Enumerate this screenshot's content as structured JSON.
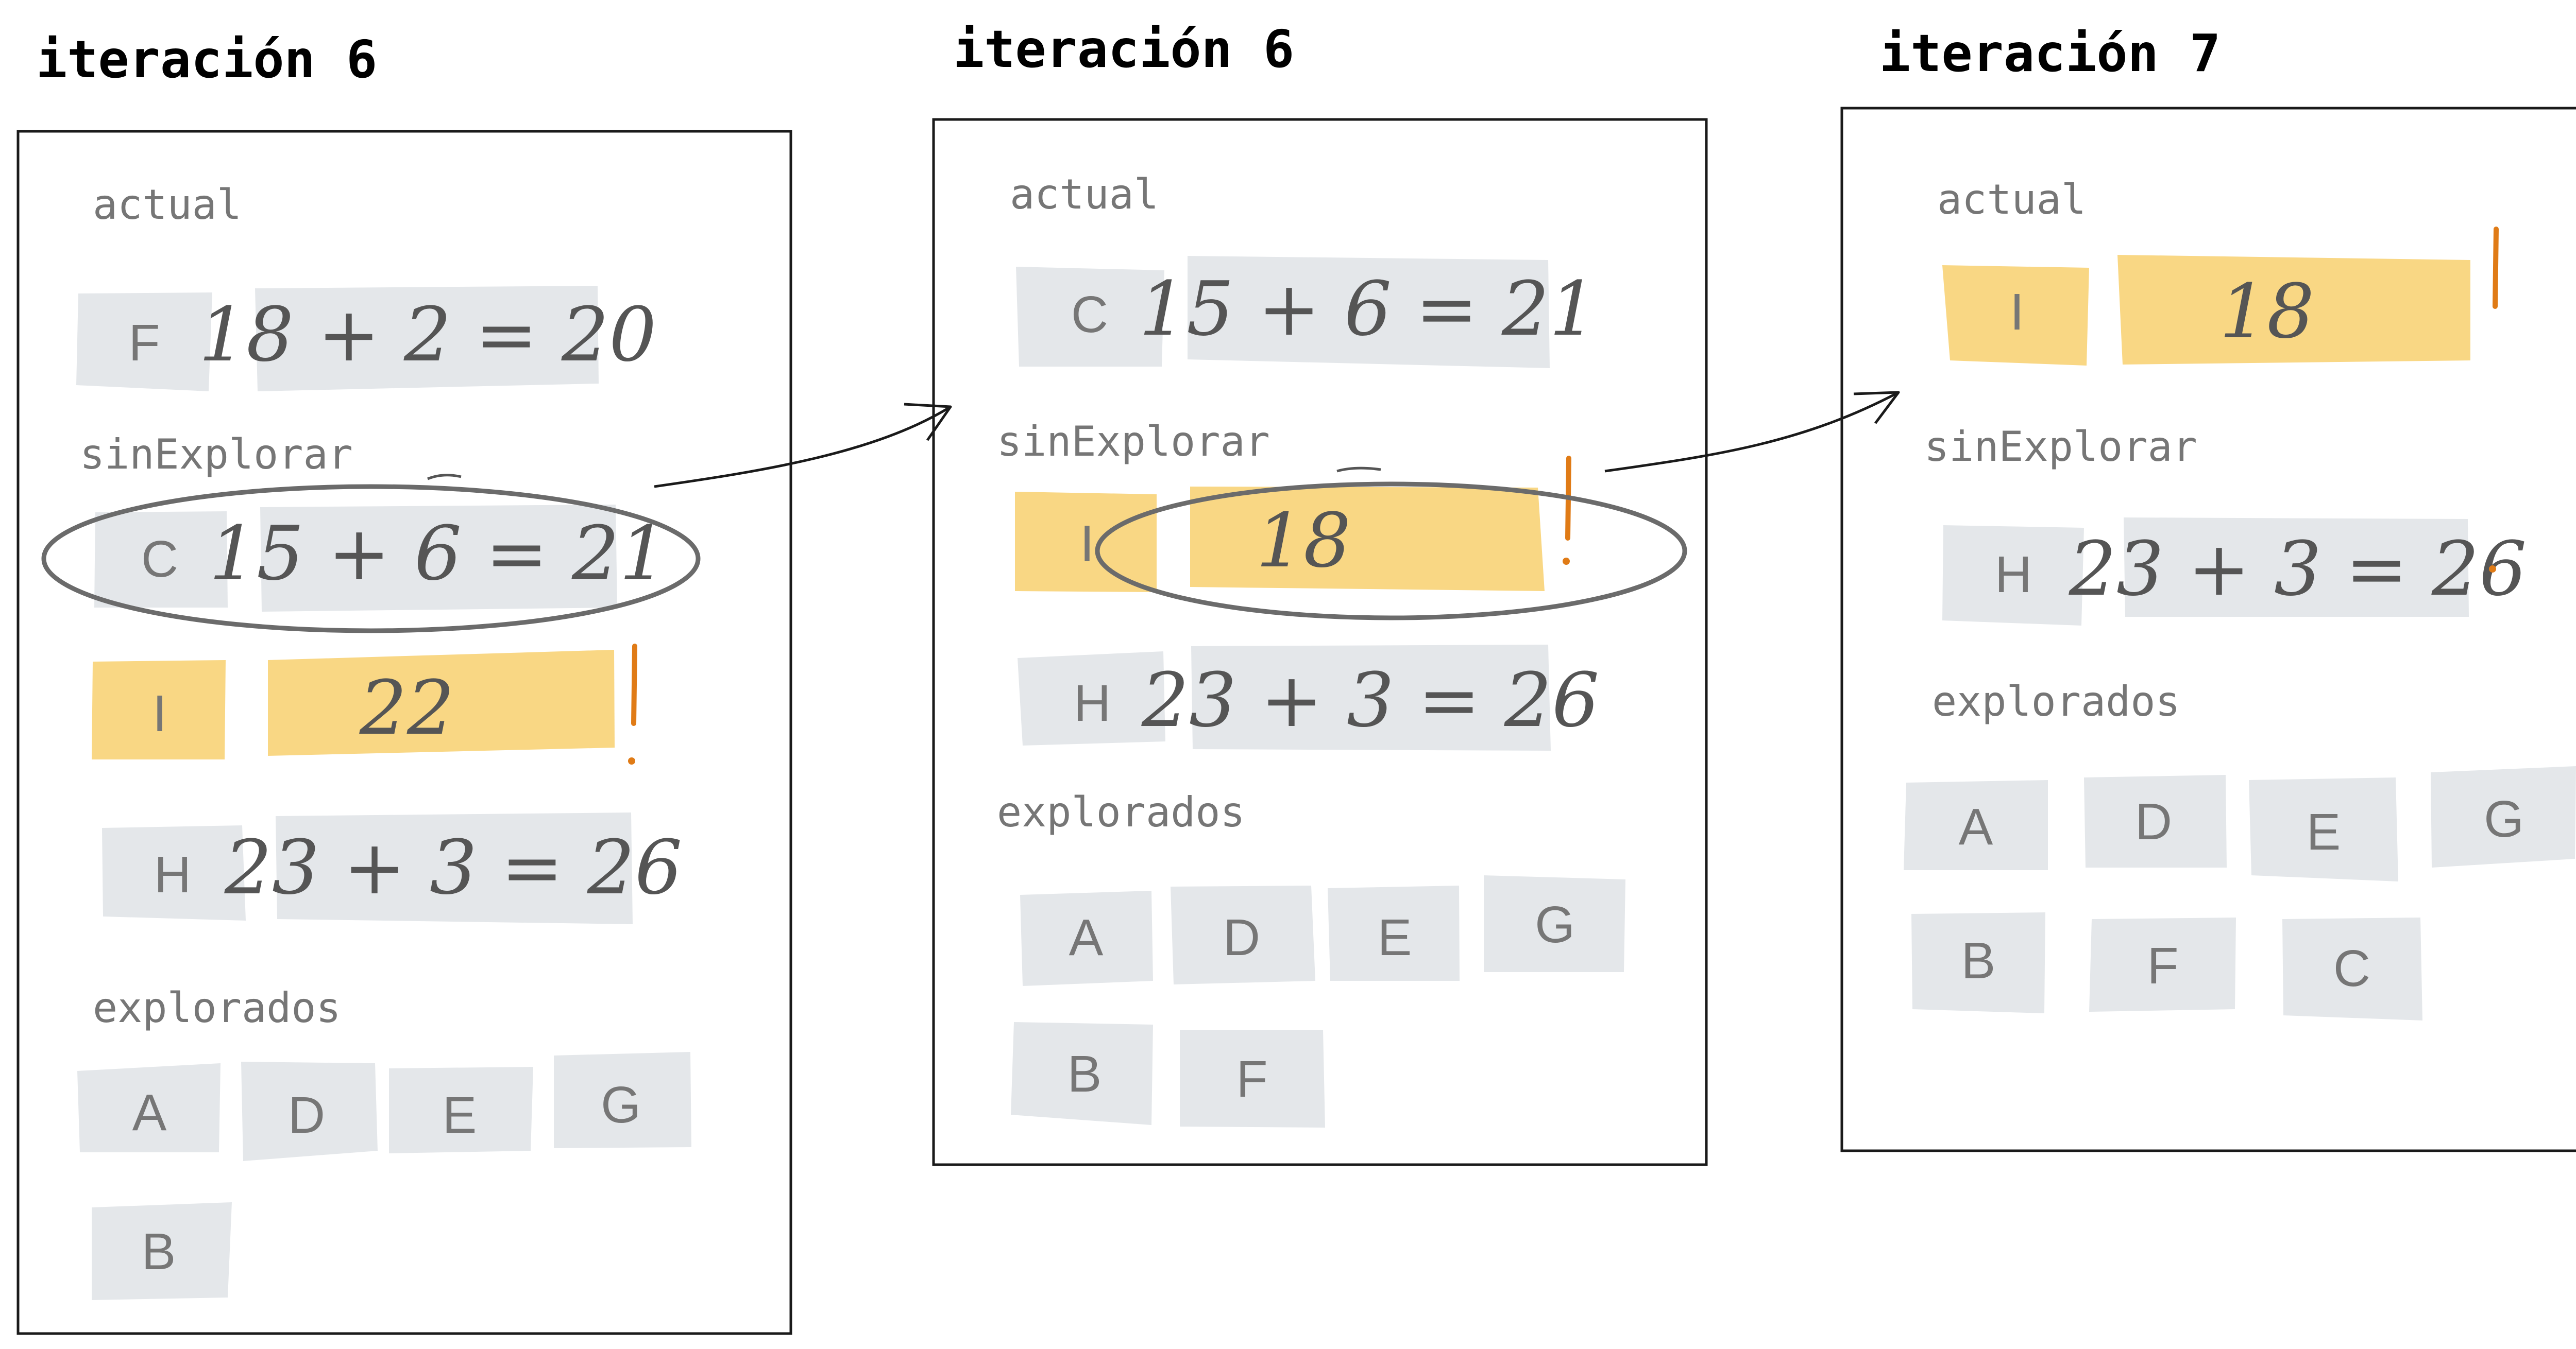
{
  "colors": {
    "card_gray": "#e4e7ea",
    "card_highlight": "#f9d784",
    "exclamation": "#e07b16",
    "ellipse_stroke": "#6b6b6b",
    "section_text": "#767676"
  },
  "panels": [
    {
      "title": "iteración 6",
      "actual_label": "actual",
      "actual": [
        {
          "id": "F",
          "expr": "18 + 2 = 20"
        }
      ],
      "sinExplorar_label": "sinExplorar",
      "sinExplorar": [
        {
          "id": "C",
          "expr": "15 + 6 = 21",
          "circled": true
        },
        {
          "id": "I",
          "expr": "22",
          "highlighted": true
        },
        {
          "id": "H",
          "expr": "23 + 3 = 26"
        }
      ],
      "explorados_label": "explorados",
      "explorados": [
        "A",
        "D",
        "E",
        "G",
        "B"
      ]
    },
    {
      "title": "iteración 6",
      "actual_label": "actual",
      "actual": [
        {
          "id": "C",
          "expr": "15 + 6 = 21"
        }
      ],
      "sinExplorar_label": "sinExplorar",
      "sinExplorar": [
        {
          "id": "I",
          "expr": "18",
          "highlighted": true,
          "circled": true
        },
        {
          "id": "H",
          "expr": "23 + 3 = 26"
        }
      ],
      "explorados_label": "explorados",
      "explorados": [
        "A",
        "D",
        "E",
        "G",
        "B",
        "F"
      ]
    },
    {
      "title": "iteración 7",
      "actual_label": "actual",
      "actual": [
        {
          "id": "I",
          "expr": "18",
          "highlighted": true
        }
      ],
      "sinExplorar_label": "sinExplorar",
      "sinExplorar": [
        {
          "id": "H",
          "expr": "23 + 3 = 26"
        }
      ],
      "explorados_label": "explorados",
      "explorados": [
        "A",
        "D",
        "E",
        "G",
        "B",
        "F",
        "C"
      ]
    }
  ]
}
